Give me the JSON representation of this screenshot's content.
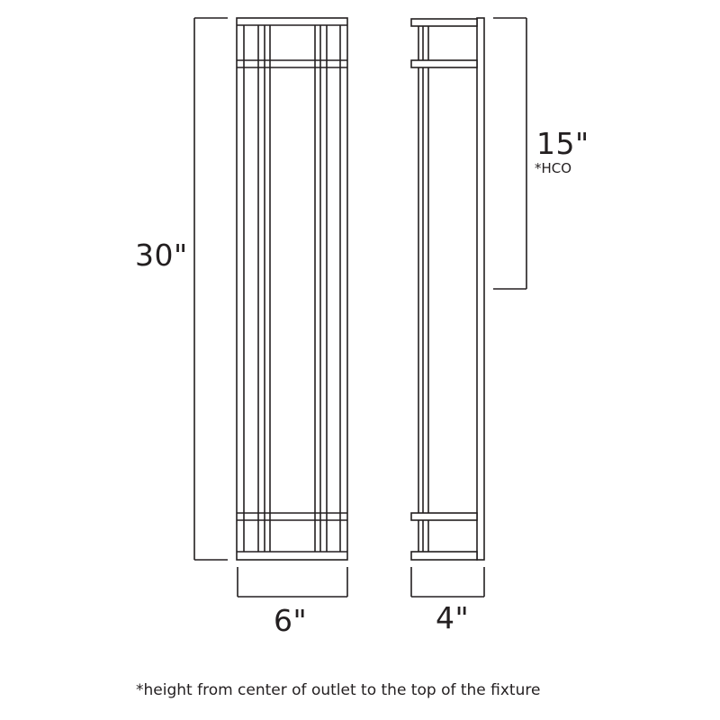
{
  "diagram": {
    "title": "Wall fixture dimension drawing",
    "stroke_color": "#231f20",
    "background": "#ffffff",
    "views": [
      {
        "name": "front-view",
        "description": "Front elevation with mullion grid"
      },
      {
        "name": "side-view",
        "description": "Side profile with back plate"
      }
    ],
    "dimensions": {
      "height": {
        "label": "30\"",
        "value_in": 30
      },
      "hco": {
        "label": "15\"",
        "value_in": 15,
        "sublabel": "*HCO"
      },
      "width": {
        "label": "6\"",
        "value_in": 6
      },
      "depth": {
        "label": "4\"",
        "value_in": 4
      }
    },
    "footnote": "*height from center of outlet to the top of the fixture"
  }
}
